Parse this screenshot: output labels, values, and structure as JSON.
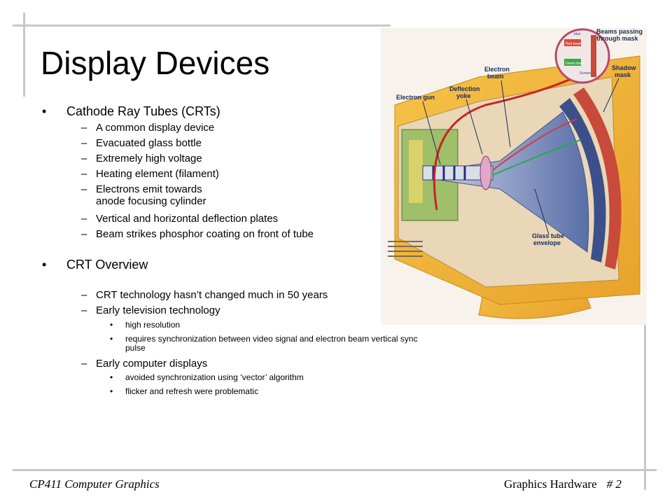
{
  "slide": {
    "title": "Display Devices",
    "bullets": {
      "crt": {
        "label": "Cathode Ray Tubes (CRTs)",
        "items": [
          "A common display device",
          "Evacuated glass bottle",
          "Extremely high voltage",
          "Heating element (filament)",
          "Electrons emit towards",
          "anode focusing cylinder",
          "Vertical and horizontal deflection plates",
          "Beam strikes phosphor coating on front of tube"
        ]
      },
      "overview": {
        "label": "CRT Overview",
        "item1": "CRT technology hasn’t changed much in 50 years",
        "item2": "Early television technology",
        "tv_subs": [
          "high resolution",
          "requires synchronization between video signal and electron beam vertical sync",
          "pulse"
        ],
        "item3": "Early computer displays",
        "computer_subs": [
          "avoided synchronization using ‘vector’ algorithm",
          "flicker and refresh were problematic"
        ]
      }
    },
    "diagram_labels": {
      "beams_passing": [
        "Beams passing",
        "through mask"
      ],
      "shadow_mask": [
        "Shadow",
        "mask"
      ],
      "electron_beam": [
        "Electron",
        "beam"
      ],
      "deflection_yoke": [
        "Deflection",
        "yoke"
      ],
      "electron_gun": "Electron gun",
      "glass_tube": [
        "Glass tube",
        "envelope"
      ],
      "inset_blue": "blue",
      "inset_red": "Red beam",
      "inset_green": "Green beam",
      "inset_screen": "Screen"
    },
    "symbols": {
      "bullet": "•",
      "dash": "–",
      "small_bullet": "•"
    },
    "footer": {
      "course": "CP411 Computer Graphics",
      "section": "Graphics Hardware",
      "page": "# 2"
    }
  }
}
